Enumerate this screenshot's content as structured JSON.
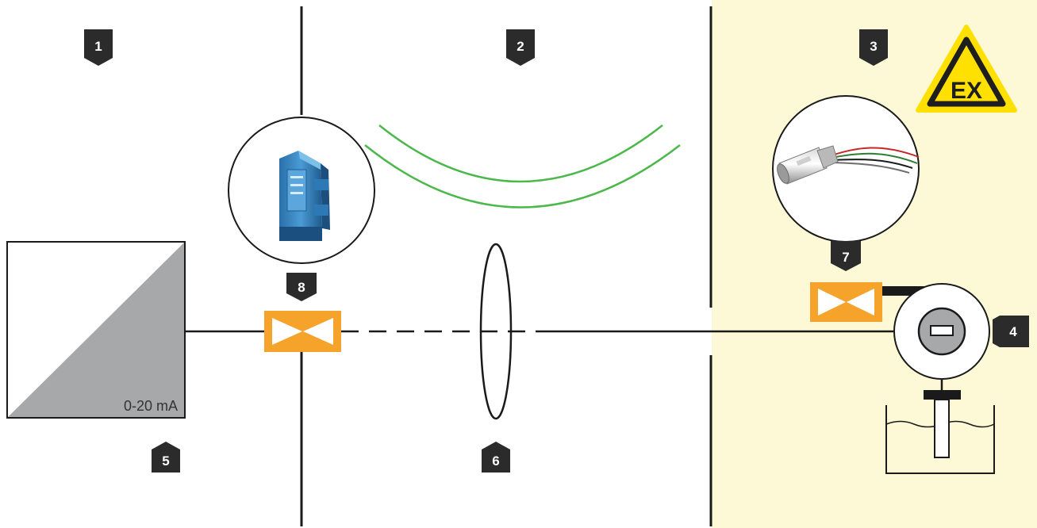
{
  "zones": [
    {
      "label": "1"
    },
    {
      "label": "2"
    },
    {
      "label": "3"
    }
  ],
  "markers": {
    "transmitter": "4",
    "signal_converter": "5",
    "shielding": "6",
    "ex_protector": "7",
    "protector": "8"
  },
  "converter": {
    "range_label": "0-20 mA"
  },
  "ex_sign": {
    "label": "EX"
  },
  "colors": {
    "hazard_zone_fill": "#fdf8d5",
    "protector_orange": "#f5a32a",
    "wireless_green": "#4bb84b",
    "badge_dark": "#2b2b2b",
    "converter_gray": "#a7a8aa",
    "warning_yellow": "#ffe000"
  }
}
